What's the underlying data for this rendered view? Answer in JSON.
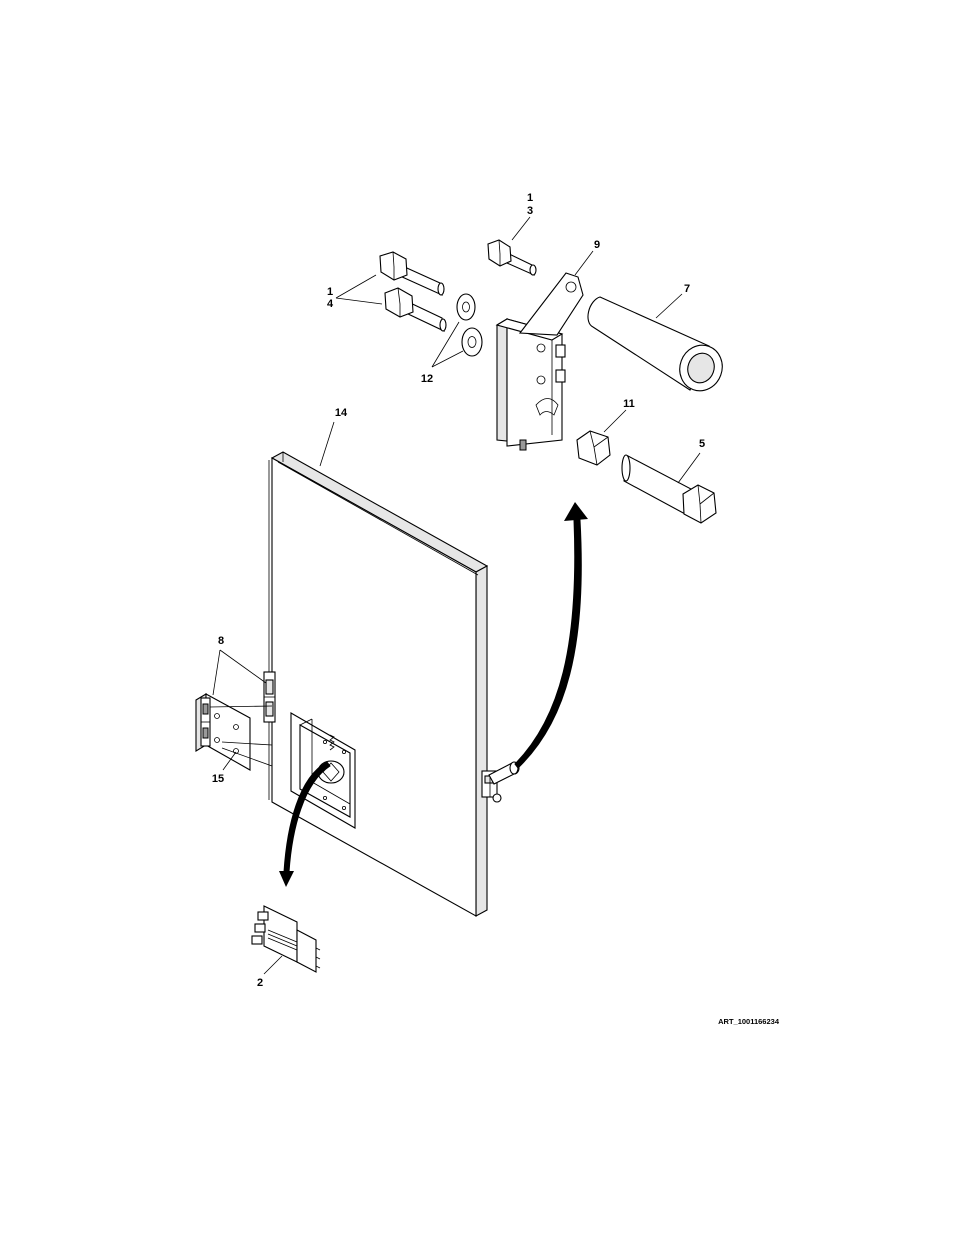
{
  "callouts": {
    "c1a": "1",
    "c3": "3",
    "c1b": "1",
    "c4": "4",
    "c9": "9",
    "c7": "7",
    "c12": "12",
    "c11": "11",
    "c14": "14",
    "c5": "5",
    "c8": "8",
    "c15": "15",
    "c2": "2"
  },
  "art_id": "ART_1001166234"
}
